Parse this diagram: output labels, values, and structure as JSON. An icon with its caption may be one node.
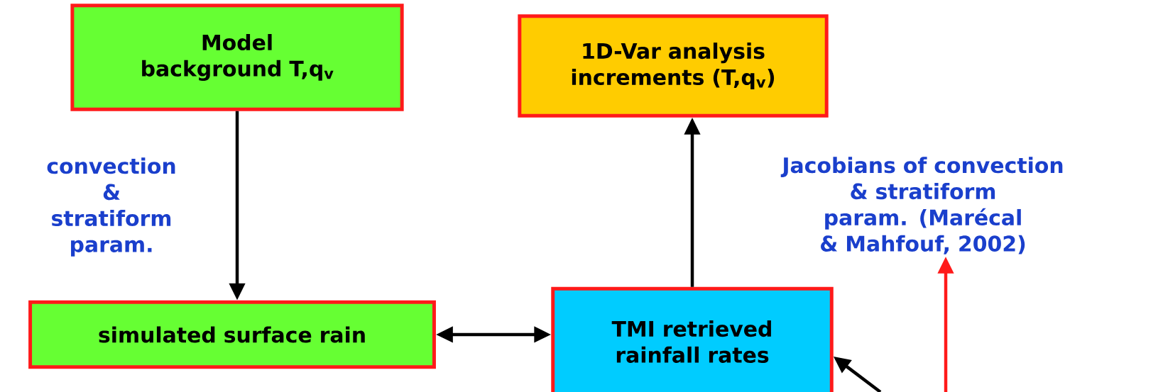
{
  "diagram": {
    "nodes": [
      {
        "text": [
          "Model background T,q$_{v}$"
        ]
      },
      {
        "text": [
          "1D-Var analysis increments (T,q$_{v}$)"
        ]
      },
      {
        "text": [
          "Jacobians of convection & stratiform param. (Marécal & Mahfouf, 2002)"
        ]
      },
      {
        "text": [
          "simulated surface rain"
        ]
      },
      {
        "text": [
          "TMI retrieved rainfall rates"
        ]
      }
    ],
    "edges": [
      {
        "from": 0,
        "to": 3,
        "arrow": "to",
        "label": "convection & stratiform param."
      },
      {
        "from": 4,
        "to": 1,
        "arrow": "to"
      },
      {
        "from": 3,
        "to": 4,
        "arrow": "both"
      },
      {
        "from": null,
        "to": 2,
        "arrow": "to",
        "color": "#ff1a1a"
      },
      {
        "from": null,
        "to": 4,
        "arrow": "to"
      }
    ]
  }
}
